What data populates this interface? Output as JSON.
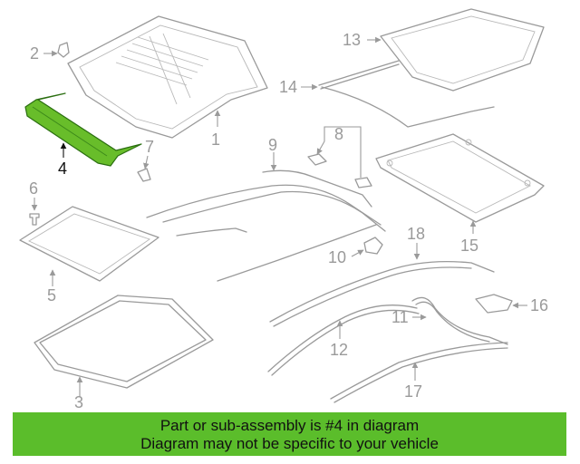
{
  "colors": {
    "highlight": "#68bd2a",
    "banner": "#5bbd2b",
    "line": "#9a9a9a"
  },
  "labels": {
    "p1": "1",
    "p2": "2",
    "p3": "3",
    "p4": "4",
    "p5": "5",
    "p6": "6",
    "p7": "7",
    "p8": "8",
    "p9": "9",
    "p10": "10",
    "p11": "11",
    "p12": "12",
    "p13": "13",
    "p14": "14",
    "p15": "15",
    "p16": "16",
    "p17": "17",
    "p18": "18"
  },
  "highlighted_part": "4",
  "banner": {
    "line1": "Part or sub-assembly is #4 in diagram",
    "line2": "Diagram may not be specific to your vehicle"
  }
}
